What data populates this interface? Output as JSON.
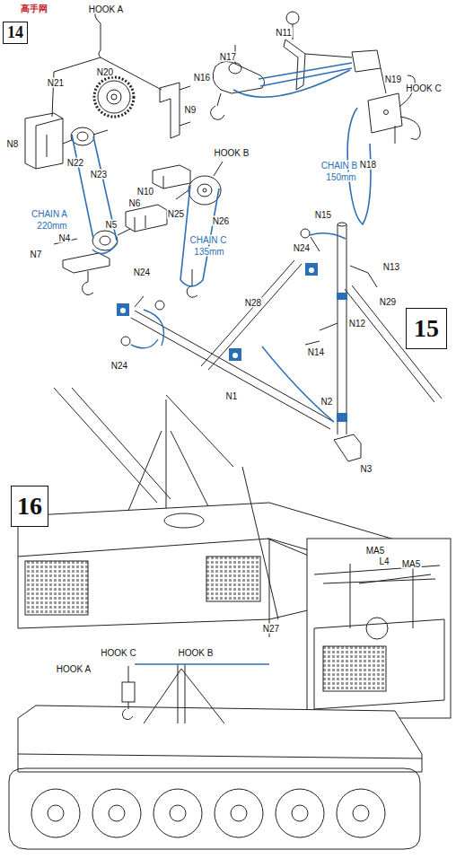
{
  "diagram": {
    "nodes": [
      {
        "text": [
          "14"
        ]
      },
      {
        "text": [
          "15"
        ]
      },
      {
        "text": [
          "16"
        ]
      }
    ],
    "labels": [
      "高手网",
      "HOOK A",
      "N21",
      "N20",
      "N9",
      "N8",
      "N22",
      "N23",
      "CHAIN A",
      "220mm",
      "N10",
      "N6",
      "N5",
      "N4",
      "N7",
      "N25",
      "N26",
      "CHAIN C",
      "135mm",
      "N11",
      "N17",
      "N16",
      "N19",
      "HOOK C",
      "HOOK B",
      "CHAIN B",
      "150mm",
      "N18",
      "N15",
      "N24",
      "N13",
      "N24",
      "N28",
      "N29",
      "N12",
      "N24",
      "N14",
      "N1",
      "N2",
      "N3",
      "N27",
      "MA5",
      "L4",
      "MA5",
      "HOOK C",
      "HOOK B",
      "HOOK A"
    ]
  }
}
